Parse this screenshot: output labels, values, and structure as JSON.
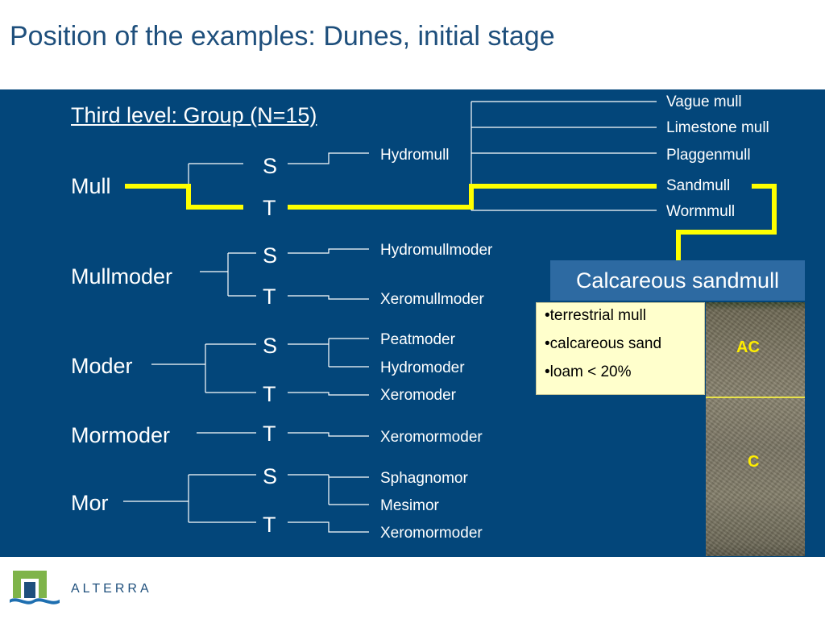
{
  "title": "Position of the examples: Dunes, initial stage",
  "subtitle": "Third level: Group (N=15)",
  "groups": {
    "mull": "Mull",
    "mullmoder": "Mullmoder",
    "moder": "Moder",
    "mormoder": "Mormoder",
    "mor": "Mor"
  },
  "branch_labels": {
    "s": "S",
    "t": "T"
  },
  "leaves": {
    "hydromull": "Hydromull",
    "vague_mull": "Vague mull",
    "limestone_mull": "Limestone mull",
    "plaggenmull": "Plaggenmull",
    "sandmull": "Sandmull",
    "wormmull": "Wormmull",
    "hydromullmoder": "Hydromullmoder",
    "xeromullmoder": "Xeromullmoder",
    "peatmoder": "Peatmoder",
    "hydromoder": "Hydromoder",
    "xeromoder": "Xeromoder",
    "xeromormoder_1": "Xeromormoder",
    "sphagnomor": "Sphagnomor",
    "mesimor": "Mesimor",
    "xeromormoder_2": "Xeromormoder"
  },
  "callout": {
    "title": "Calcareous sandmull",
    "bullets": [
      "•terrestrial mull",
      "•calcareous sand",
      "•loam < 20%"
    ]
  },
  "soil_profile": {
    "horizon_1": "AC",
    "horizon_2": "C"
  },
  "footer": {
    "brand": "ALTERRA"
  },
  "colors": {
    "panel": "#03467a",
    "highlight": "#ffff00",
    "title": "#1e4f7c",
    "callout": "#2d6aa2",
    "bullet_box": "#ffffcc"
  }
}
